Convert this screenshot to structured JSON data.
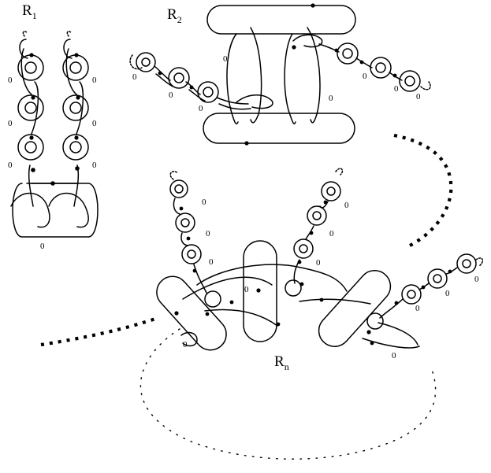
{
  "labels": {
    "r1_main": "R",
    "r1_sub": "1",
    "r2_main": "R",
    "r2_sub": "2",
    "rn_main": "R",
    "rn_sub": "n",
    "framing": "0"
  },
  "colors": {
    "ink": "#000000",
    "background": "#ffffff"
  }
}
